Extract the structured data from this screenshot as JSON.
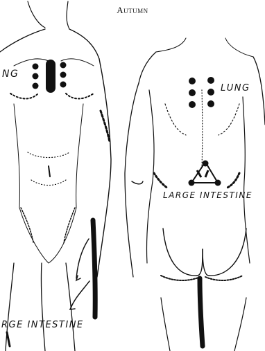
{
  "header": {
    "title": "Autumn"
  },
  "figure_left": {
    "label_top": "NG",
    "label_bottom": "RGE INTESTINE"
  },
  "figure_right": {
    "label_top": "LUNG",
    "label_bottom": "LARGE INTESTINE"
  },
  "colors": {
    "ink": "#111111",
    "background": "#ffffff"
  }
}
